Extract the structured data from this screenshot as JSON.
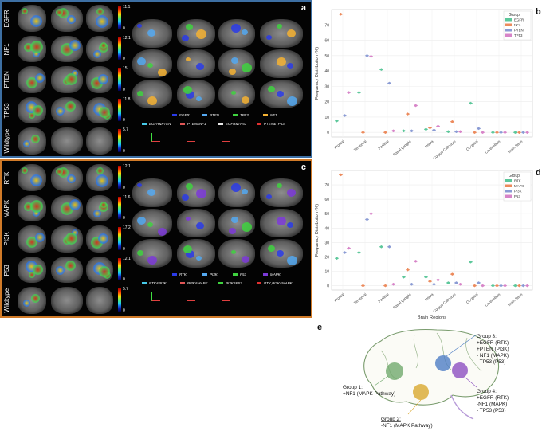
{
  "panels": {
    "a": {
      "letter": "a",
      "rows": [
        "EGFR",
        "NF1",
        "PTEN",
        "TP53",
        "Wildtype"
      ],
      "colorbar_max": [
        "11.1",
        "12.1",
        "15",
        "11.8",
        "5.7"
      ],
      "colorbar_min": "0",
      "legend": [
        "EGFR",
        "PTEN",
        "TP53",
        "NF1",
        "EGFR&PTEN",
        "PTEN&NF1",
        "EGFR&TP53",
        "PTEN&TP53"
      ],
      "legend_colors": [
        "#2a3be8",
        "#54a8f0",
        "#3fd23f",
        "#f4b233",
        "#46c9e8",
        "#e05656",
        "#e8e8e8",
        "#e03030"
      ]
    },
    "c": {
      "letter": "c",
      "rows": [
        "RTK",
        "MAPK",
        "PI3K",
        "P53",
        "Wildtype"
      ],
      "colorbar_max": [
        "12.1",
        "11.6",
        "17.2",
        "12.1",
        "5.7"
      ],
      "colorbar_min": "0",
      "legend": [
        "RTK",
        "PI3K",
        "P53",
        "MAPK",
        "RTK&PI3K",
        "PI3K&MAPK",
        "PI3K&P53",
        "RTK,PI3K&MAPK"
      ],
      "legend_colors": [
        "#2a3be8",
        "#54a8f0",
        "#3fd23f",
        "#7c3ad8",
        "#46c9e8",
        "#e05656",
        "#3fd23f",
        "#e03030"
      ]
    }
  },
  "chart_data": [
    {
      "type": "scatter",
      "panel_letter": "b",
      "title": "",
      "xlabel": "",
      "ylabel": "Frequency Distribution (%)",
      "ylim": [
        -3,
        80
      ],
      "yticks": [
        0,
        10,
        20,
        30,
        40,
        50,
        60,
        70
      ],
      "grid": true,
      "legend_title": "Group",
      "legend_position": "top-right",
      "categories": [
        "Frontal",
        "Temporal",
        "Parietal",
        "Basal ganglia",
        "Insula",
        "Corpus Callosum",
        "Occipital",
        "Cerebellum",
        "Brain Stem"
      ],
      "series": [
        {
          "name": "EGFR",
          "color": "#5cc79a",
          "values": [
            7.5,
            26,
            41,
            1,
            2,
            0.5,
            19,
            0,
            0
          ]
        },
        {
          "name": "NF1",
          "color": "#ec8a5c",
          "values": [
            77,
            0,
            0,
            12,
            3,
            7,
            0,
            0,
            0
          ]
        },
        {
          "name": "PTEN",
          "color": "#8a9bd4",
          "values": [
            11,
            50,
            32,
            1,
            1.5,
            0.5,
            2.5,
            0,
            0
          ]
        },
        {
          "name": "TP53",
          "color": "#d784c8",
          "values": [
            26,
            49.5,
            1,
            17.5,
            4,
            0.5,
            0,
            0,
            0
          ]
        }
      ]
    },
    {
      "type": "scatter",
      "panel_letter": "d",
      "title": "",
      "xlabel": "Brain Regions",
      "ylabel": "Frequency Distribution (%)",
      "ylim": [
        -3,
        80
      ],
      "yticks": [
        0,
        10,
        20,
        30,
        40,
        50,
        60,
        70
      ],
      "grid": true,
      "legend_title": "Group",
      "legend_position": "top-right",
      "categories": [
        "Frontal",
        "Temporal",
        "Parietal",
        "Basal ganglia",
        "Insula",
        "Corpus Callosum",
        "Occipital",
        "Cerebellum",
        "Brain Stem"
      ],
      "series": [
        {
          "name": "RTK",
          "color": "#5cc79a",
          "values": [
            19,
            23,
            27,
            6,
            6,
            2,
            16.5,
            0,
            0
          ]
        },
        {
          "name": "MAPK",
          "color": "#ec8a5c",
          "values": [
            77,
            0,
            0,
            11,
            3,
            8,
            0,
            0,
            0
          ]
        },
        {
          "name": "PI3K",
          "color": "#8a9bd4",
          "values": [
            23,
            46,
            27,
            1,
            1,
            2,
            2,
            0,
            0
          ]
        },
        {
          "name": "P53",
          "color": "#d784c8",
          "values": [
            26,
            50,
            1,
            17,
            4,
            1,
            0,
            0,
            0
          ]
        }
      ]
    }
  ],
  "diagram_e": {
    "letter": "e",
    "groups": [
      {
        "color": "#6ea86a",
        "lines": [
          "Group 1:",
          "+NF1 (MAPK Pathway)"
        ]
      },
      {
        "color": "#d9a62a",
        "lines": [
          "Group 2:",
          "-NF1 (MAPK Pathway)"
        ]
      },
      {
        "color": "#4a7bc4",
        "lines": [
          "Group 3:",
          "+EGFR (RTK)",
          "+PTEN (PI3K)",
          "- NF1 (MAPK)",
          "- TP53 (P53)"
        ]
      },
      {
        "color": "#8a4cc0",
        "lines": [
          "Group 4:",
          "+EGFR (RTK)",
          "-NF1 (MAPK)",
          "- TP53 (P53)"
        ]
      }
    ]
  }
}
